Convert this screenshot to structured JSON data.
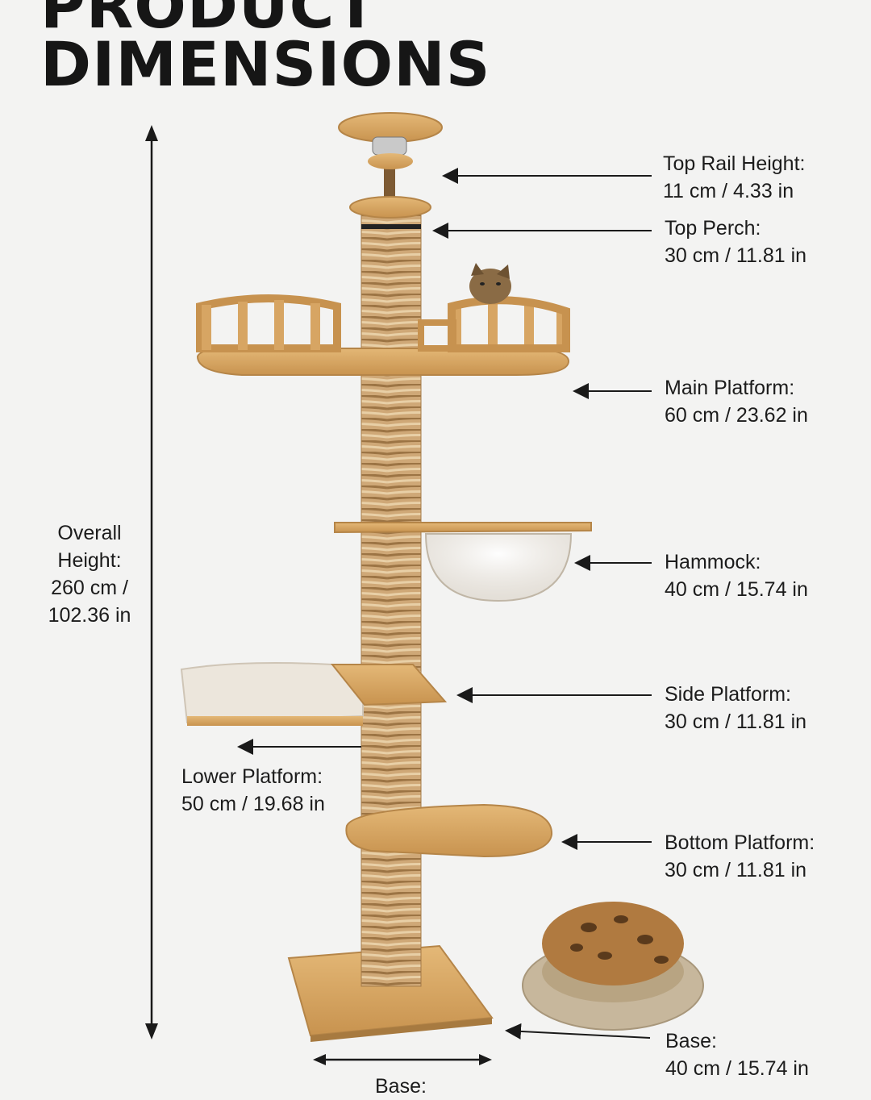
{
  "title_lines": [
    "PRODUCT",
    "DIMENSIONS"
  ],
  "labels": {
    "top_rail": {
      "name": "Top Rail Height:",
      "value": "11 cm / 4.33 in"
    },
    "top_perch": {
      "name": "Top Perch:",
      "value": "30 cm / 11.81 in"
    },
    "main_platform": {
      "name": "Main Platform:",
      "value": "60 cm / 23.62 in"
    },
    "hammock": {
      "name": "Hammock:",
      "value": "40 cm / 15.74 in"
    },
    "side_platform": {
      "name": "Side Platform:",
      "value": "30 cm / 11.81 in"
    },
    "lower_platform": {
      "name": "Lower Platform:",
      "value": "50 cm / 19.68 in"
    },
    "bottom_platform": {
      "name": "Bottom Platform:",
      "value": "30 cm / 11.81 in"
    },
    "base": {
      "name": "Base:",
      "value": "40 cm / 15.74 in"
    },
    "base_width": {
      "name": "Base:"
    },
    "overall_height": {
      "lines": [
        "Overall",
        "Height:",
        "260 cm /",
        "102.36 in"
      ]
    }
  },
  "colors": {
    "background": "#f3f3f2",
    "wood": "#d9a968",
    "rope": "#c8a070",
    "text": "#1a1a1a"
  }
}
